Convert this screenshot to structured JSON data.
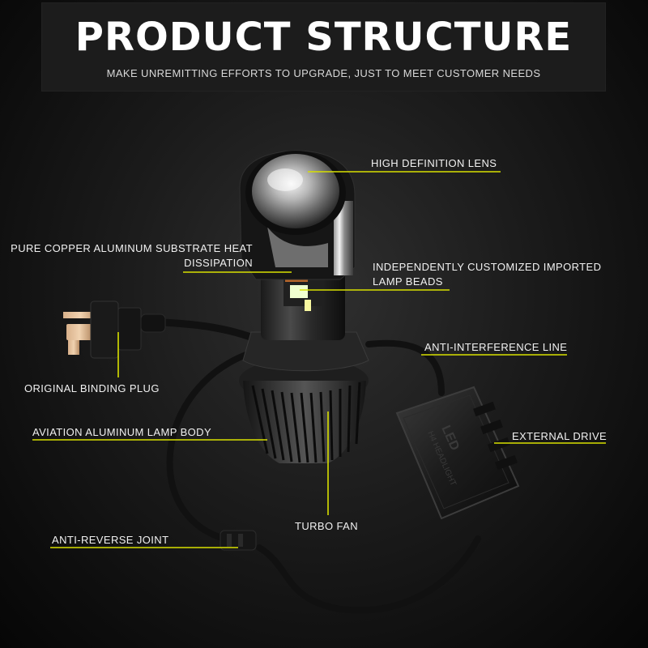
{
  "header": {
    "title": "PRODUCT STRUCTURE",
    "subtitle": "MAKE UNREMITTING EFFORTS TO UPGRADE,  JUST TO MEET CUSTOMER NEEDS"
  },
  "driver_box": {
    "text_line1": "LED",
    "text_line2": "H4 HEADLIGHT"
  },
  "callouts": {
    "high_definition_lens": "HIGH DEFINITION LENS",
    "copper_substrate_line1": "PURE COPPER ALUMINUM SUBSTRATE HEAT",
    "copper_substrate_line2": "DISSIPATION",
    "lamp_beads_line1": "INDEPENDENTLY CUSTOMIZED IMPORTED",
    "lamp_beads_line2": "LAMP BEADS",
    "anti_interference_line": "ANTI-INTERFERENCE LINE",
    "original_binding_plug": "ORIGINAL BINDING PLUG",
    "aviation_aluminum_body": "AVIATION ALUMINUM LAMP BODY",
    "external_drive": "EXTERNAL DRIVE",
    "turbo_fan": "TURBO FAN",
    "anti_reverse_joint": "ANTI-REVERSE JOINT"
  },
  "colors": {
    "leader_line": "#d8e000",
    "background": "#1b1b1b",
    "banner": "#1c1c1c",
    "text": "#ffffff"
  }
}
